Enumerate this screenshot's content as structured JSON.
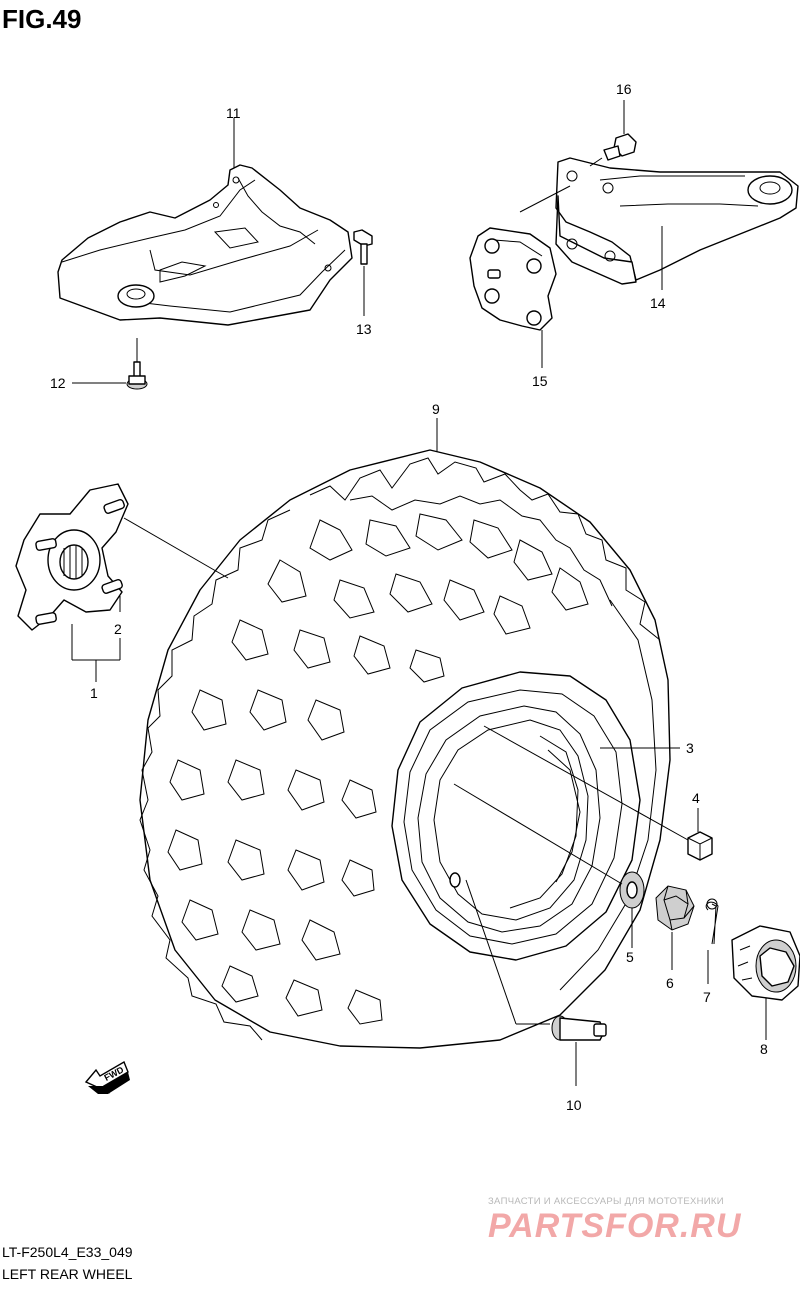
{
  "figure": {
    "title": "FIG.49",
    "model_code": "LT-F250L4_E33_049",
    "caption": "LEFT REAR WHEEL"
  },
  "fwd_arrow_label": "FWD",
  "callouts": [
    {
      "id": "1",
      "label": "1"
    },
    {
      "id": "2",
      "label": "2"
    },
    {
      "id": "3",
      "label": "3"
    },
    {
      "id": "4",
      "label": "4"
    },
    {
      "id": "5",
      "label": "5"
    },
    {
      "id": "6",
      "label": "6"
    },
    {
      "id": "7",
      "label": "7"
    },
    {
      "id": "8",
      "label": "8"
    },
    {
      "id": "9",
      "label": "9"
    },
    {
      "id": "10",
      "label": "10"
    },
    {
      "id": "11",
      "label": "11"
    },
    {
      "id": "12",
      "label": "12"
    },
    {
      "id": "13",
      "label": "13"
    },
    {
      "id": "14",
      "label": "14"
    },
    {
      "id": "15",
      "label": "15"
    },
    {
      "id": "16",
      "label": "16"
    }
  ],
  "watermark": {
    "subtitle": "ЗАПЧАСТИ И АКСЕССУАРЫ ДЛЯ МОТОТЕХНИКИ",
    "logo": "PARTSFOR.RU"
  }
}
